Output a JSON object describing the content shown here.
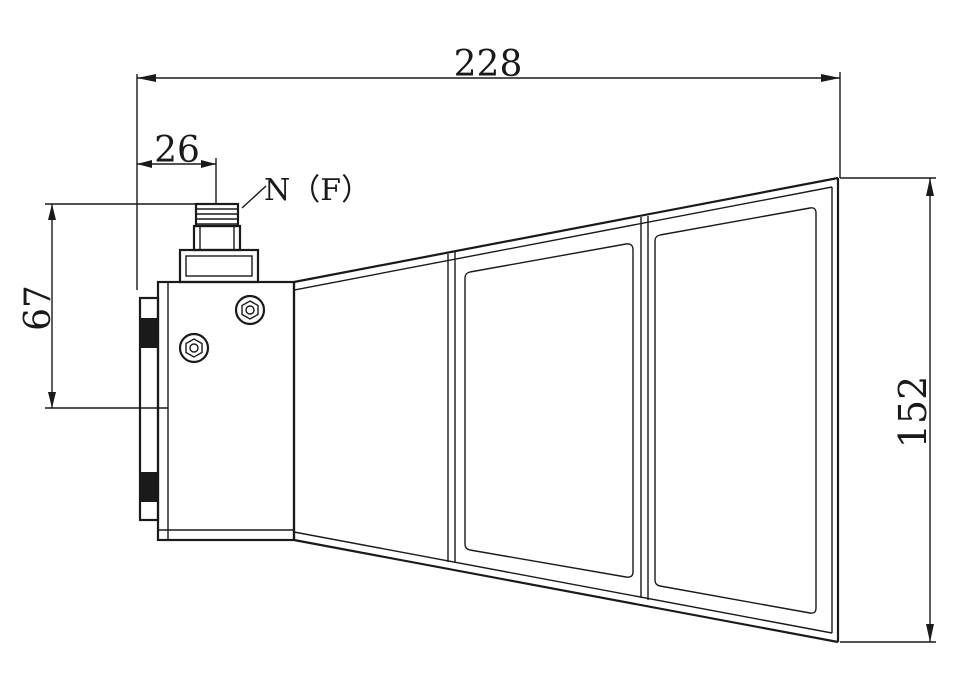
{
  "drawing": {
    "dimensions": {
      "overall_length": "228",
      "connector_offset": "26",
      "connector_height": "67",
      "aperture_height": "152"
    },
    "connector_label": "N（F）"
  }
}
